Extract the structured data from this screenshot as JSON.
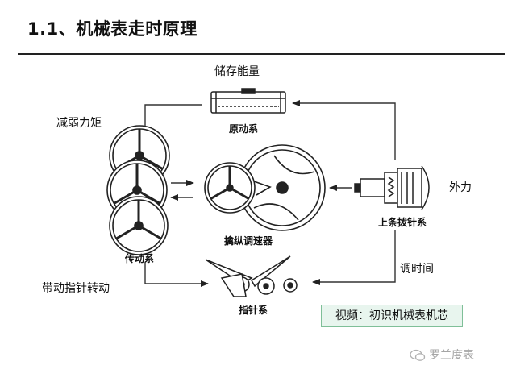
{
  "title": "1.1、机械表走时原理",
  "labels": {
    "storage": "储存能量",
    "mainspring": "原动系",
    "reduce_torque": "减弱力矩",
    "transmission": "传动系",
    "escapement": "擒纵调速器",
    "winding": "上条拨针系",
    "external_force": "外力",
    "set_time": "调时间",
    "drive_hands": "带动指针转动",
    "hands": "指针系"
  },
  "video_button": "视频：初识机械表机芯",
  "watermark": "罗兰度表"
}
